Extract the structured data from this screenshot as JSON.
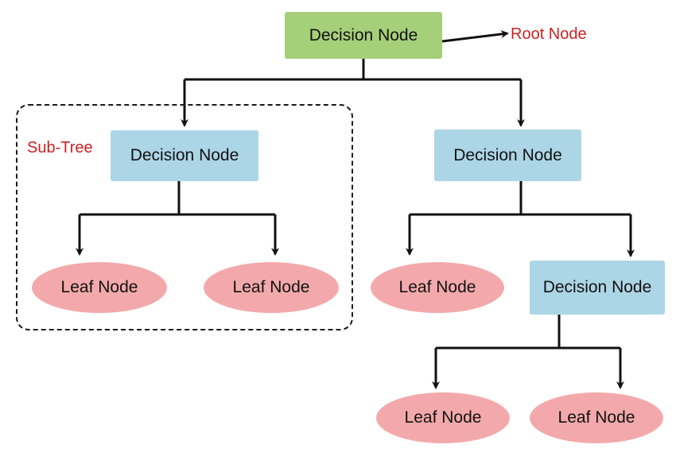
{
  "colors": {
    "root_fill": "#a6cf7a",
    "decision_fill": "#acd5e6",
    "leaf_fill": "#f3a9ab",
    "annotation_text": "#cc2222",
    "edge": "#111111"
  },
  "labels": {
    "root": "Decision Node",
    "root_annotation": "Root Node",
    "subtree_annotation": "Sub-Tree"
  },
  "nodes": {
    "decision_left": "Decision Node",
    "decision_right": "Decision Node",
    "decision_lower_right": "Decision Node",
    "leaf_1": "Leaf Node",
    "leaf_2": "Leaf Node",
    "leaf_3": "Leaf Node",
    "leaf_4": "Leaf Node",
    "leaf_5": "Leaf Node"
  }
}
